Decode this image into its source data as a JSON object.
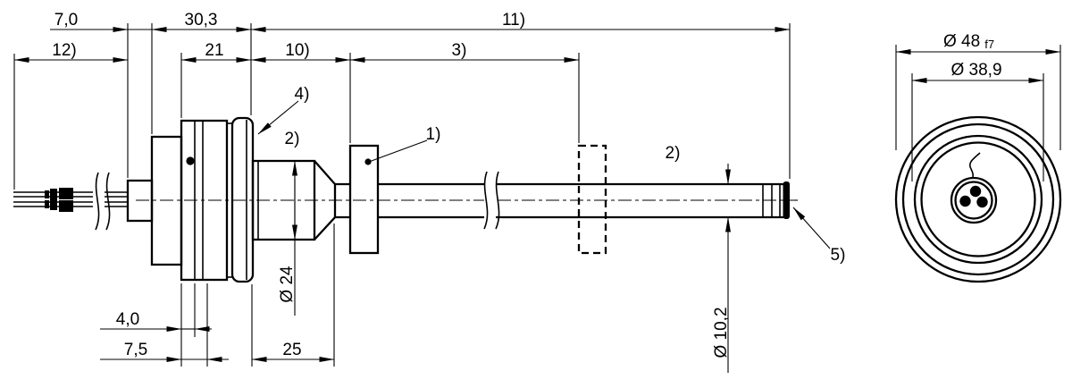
{
  "title": "Sensor dimensional drawing",
  "colors": {
    "line": "#000000",
    "background": "#ffffff"
  },
  "side_view": {
    "dimensions": {
      "width_7_0": "7,0",
      "width_30_3": "30,3",
      "length_11": "11)",
      "length_12": "12)",
      "width_21": "21",
      "length_10": "10)",
      "length_3": "3)",
      "width_4_0": "4,0",
      "width_7_5": "7,5",
      "length_25": "25",
      "dia_24": "Ø 24",
      "dia_10_2": "Ø 10,2"
    },
    "callouts": {
      "item_1": "1)",
      "item_2_front": "2)",
      "item_2_rear": "2)",
      "item_4": "4)",
      "item_5": "5)"
    }
  },
  "end_view": {
    "dimensions": {
      "dia_48": "Ø 48",
      "dia_48_tolerance": "f7",
      "dia_38_9": "Ø 38,9"
    }
  }
}
